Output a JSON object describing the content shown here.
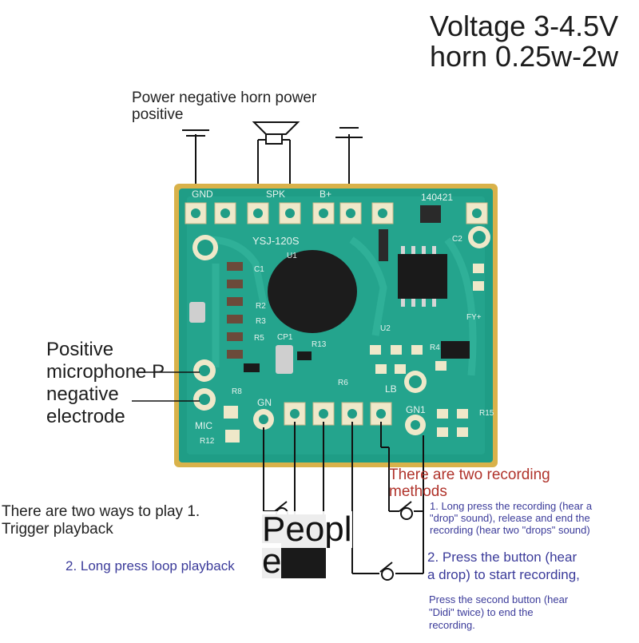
{
  "spec": {
    "voltage": "Voltage 3-4.5V",
    "horn": "horn 0.25w-2w"
  },
  "power_label": {
    "line1": "Power negative horn power",
    "line2": "positive"
  },
  "mic_label": {
    "line1": "Positive",
    "line2": "microphone P",
    "line3": "negative",
    "line4": "electrode"
  },
  "board": {
    "gnd": "GND",
    "spk": "SPK",
    "bplus": "B+",
    "date": "140421",
    "model": "YSJ-120S",
    "mic": "MIC",
    "gn": "GN",
    "gn1": "GN1",
    "lb": "LB",
    "u1": "U1",
    "u2": "U2",
    "c1": "C1",
    "c2": "C2",
    "r2": "R2",
    "r3": "R3",
    "r4": "R4",
    "r5": "R5",
    "r6": "R6",
    "r8": "R8",
    "r12": "R12",
    "r13": "R13",
    "r15": "R15",
    "cp1": "CP1",
    "fy": "FY+"
  },
  "play_label": {
    "line1": "There are two ways to play 1.",
    "line2": "Trigger playback",
    "line3": "2. Long press loop playback"
  },
  "people": {
    "line1": "Peopl",
    "line2": "e"
  },
  "record_label": {
    "title1": "There are two recording",
    "title2": "methods",
    "m1_l1": "1. Long press the recording (hear a",
    "m1_l2": "\"drop\" sound), release and end the",
    "m1_l3": "recording (hear two \"drops\" sound)",
    "m2_l1": "2. Press the button (hear",
    "m2_l2": "a drop) to start recording,",
    "m2_l3": "Press the second button (hear",
    "m2_l4": "\"Didi\" twice) to end the",
    "m2_l5": "recording."
  },
  "colors": {
    "pcb": "#1f9d86",
    "pcb_light": "#2fb39b",
    "border": "#d9b24a",
    "pad": "#e9e4c9",
    "text_blue": "#3b3b9a",
    "text_red": "#b0332b"
  }
}
